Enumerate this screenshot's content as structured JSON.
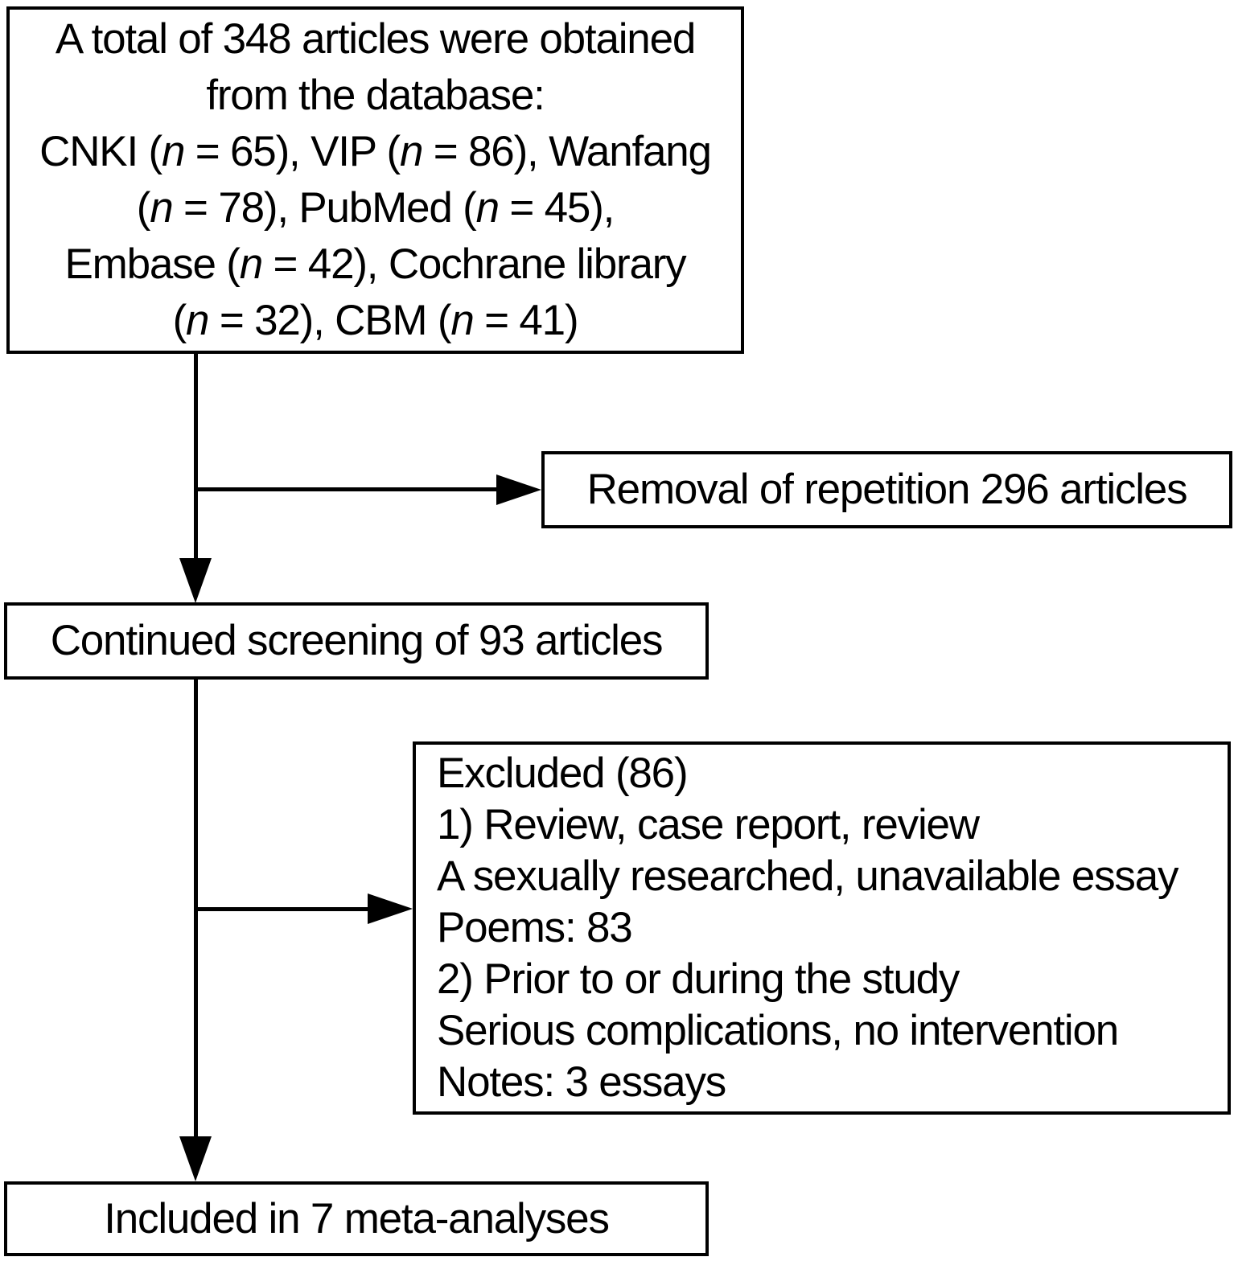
{
  "diagram": {
    "type": "flowchart",
    "background_color": "#ffffff",
    "line_color": "#000000",
    "boxes": {
      "source": {
        "lines": [
          "A total of 348 articles were obtained",
          "from the database:",
          "CNKI (n = 65), VIP (n = 86), Wanfang",
          "(n = 78), PubMed (n = 45),",
          "Embase (n = 42), Cochrane library",
          "(n = 32), CBM (n = 41)"
        ]
      },
      "removal": {
        "label": "Removal of repetition 296 articles"
      },
      "screening": {
        "label": "Continued screening of 93 articles"
      },
      "excluded": {
        "lines": [
          "Excluded (86)",
          "1) Review, case report, review",
          "A sexually researched, unavailable essay",
          "Poems: 83",
          "2) Prior to or during the study",
          "Serious complications, no intervention",
          "Notes: 3 essays"
        ]
      },
      "included": {
        "label": "Included in 7 meta-analyses"
      }
    },
    "flow": [
      "source -> screening",
      "source -> removal",
      "screening -> included",
      "screening -> excluded"
    ]
  }
}
